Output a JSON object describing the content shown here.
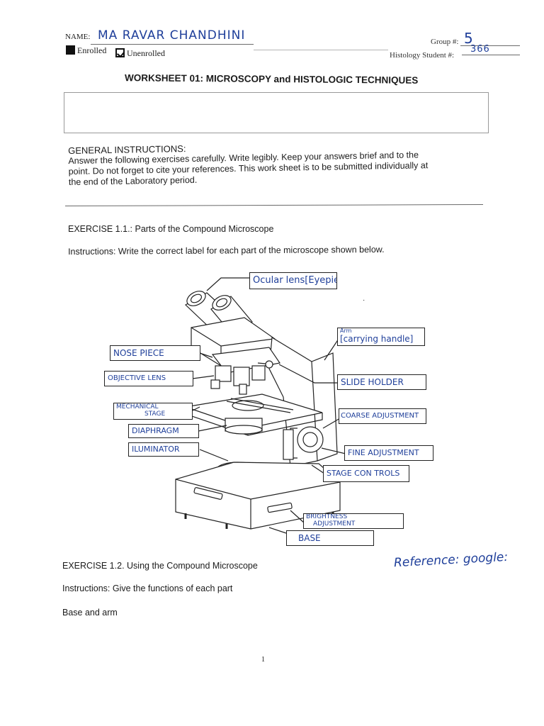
{
  "header": {
    "name_label": "NAME:",
    "name_value": "MA RAVAR   CHANDHINI",
    "enrolled_label": "Enrolled",
    "unenrolled_label": "Unenrolled",
    "group_label": "Group #:",
    "group_value": "5",
    "student_label": "Histology Student #:",
    "student_value": "366"
  },
  "title": "WORKSHEET 01: MICROSCOPY and HISTOLOGIC TECHNIQUES",
  "general": {
    "heading": "GENERAL INSTRUCTIONS:",
    "line1": "Answer the following exercises carefully.   Write legibly.  Keep your answers brief and to the",
    "line2": "point.  Do not forget to cite your references.  This work sheet is to be submitted individually at",
    "line3": "the end of the Laboratory period."
  },
  "ex11": {
    "title": "EXERCISE 1.1.: Parts of the Compound Microscope",
    "instructions": "Instructions: Write the correct label for each part of the microscope shown below.",
    "labels": {
      "ocular": "Ocular lens[Eyepiece]",
      "arm_small": "Arm",
      "arm": "[carrying handle]",
      "nose": "NOSE PIECE",
      "objective": "OBJECTIVE LENS",
      "slide": "SLIDE HOLDER",
      "mech1": "MECHANICAL",
      "mech2": "STAGE",
      "coarse": "COARSE ADJUSTMENT",
      "diaphragm": "DIAPHRAGM",
      "illuminator": "ILUMINATOR",
      "fine": "FINE ADJUSTMENT",
      "stage_controls": "STAGE CON TROLS",
      "bright1": "BRIGHTNESS",
      "bright2": "ADJUSTMENT",
      "base": "BASE"
    }
  },
  "ex12": {
    "title": "EXERCISE 1.2. Using the Compound Microscope",
    "reference": "Reference: google:",
    "instructions": "Instructions: Give the functions of each part",
    "item1": "Base and arm"
  },
  "page_number": "1"
}
